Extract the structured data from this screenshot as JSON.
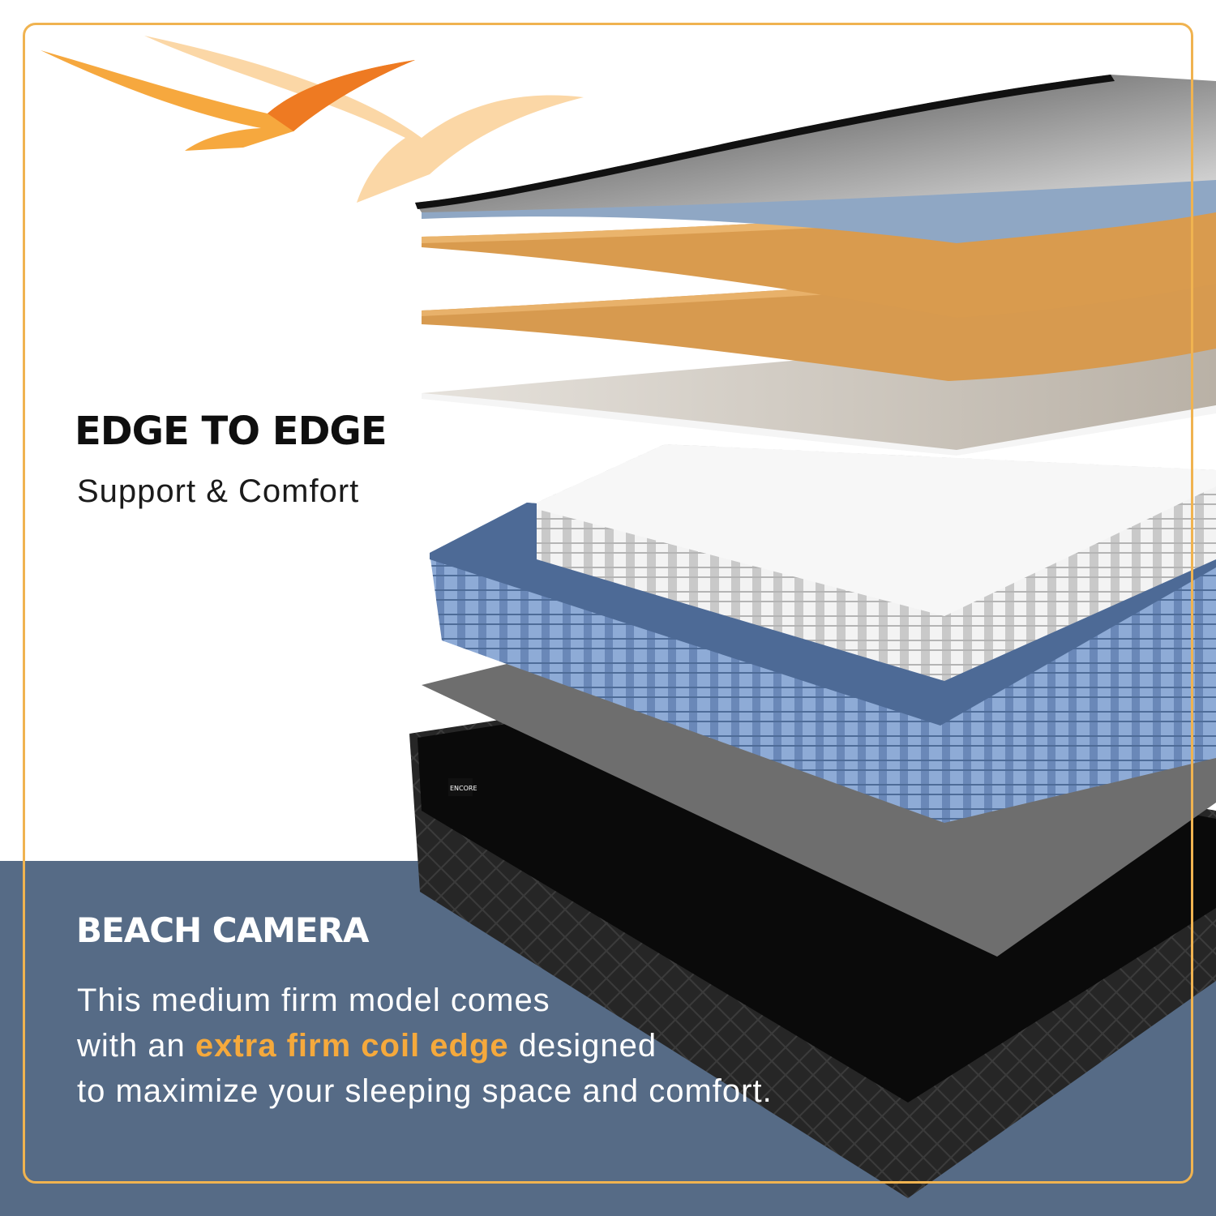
{
  "headline": "EDGE TO EDGE",
  "subheadline": "Support & Comfort",
  "brand": "BEACH CAMERA",
  "description": {
    "line1": "This medium firm model comes",
    "line2_before": "with an ",
    "line2_highlight": "extra firm coil edge",
    "line2_after": " designed",
    "line3": "to maximize your sleeping space and comfort."
  },
  "product_label": "ENCORE",
  "icons": {
    "logo": "flying-birds-logo",
    "product": "mattress-layers-cutaway"
  },
  "colors": {
    "frame": "#f0b350",
    "band": "#566b86",
    "highlight": "#f5a93c",
    "bird_light": "#fbd7a6",
    "bird_orange": "#f6a83e",
    "bird_dark_orange": "#ee7a22",
    "headline_text": "#0f0f0f",
    "band_text": "#ffffff"
  }
}
